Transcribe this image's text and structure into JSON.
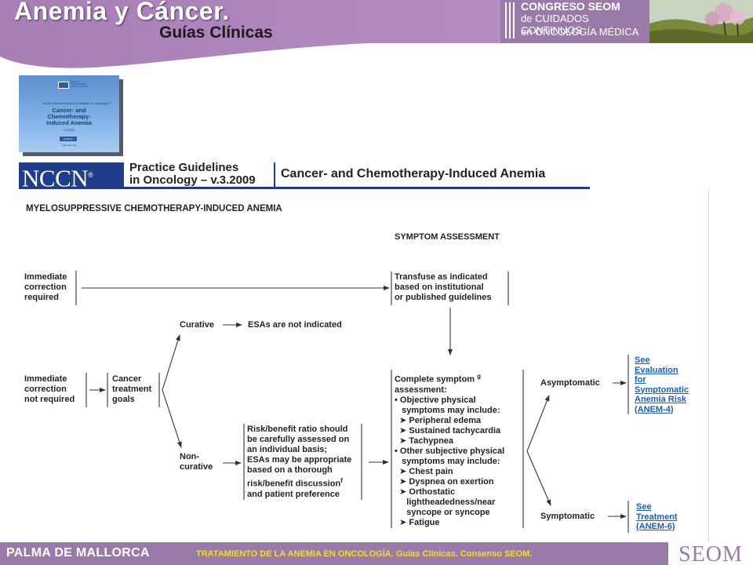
{
  "header": {
    "title": "Anemia y Cáncer.",
    "subtitle": "Guías Clínicas",
    "congress_line1": "CONGRESO SEOM",
    "congress_line2": "de CUIDADOS CONTINUOS",
    "congress_line3": "en ONCOLOGÍA MÉDICA"
  },
  "cover": {
    "small_text": "National Comprehensive Cancer Network",
    "series_text": "NCCN Clinical Practice Guidelines in Oncology™",
    "title_line1": "Cancer- and",
    "title_line2": "Chemotherapy-",
    "title_line3": "Induced Anemia",
    "version": "V.3.2009",
    "button_label": "Continue",
    "url": "www.nccn.org"
  },
  "nccn": {
    "logo": "NCCN",
    "reg": "®",
    "practice_line1": "Practice Guidelines",
    "practice_line2": "in Oncology – v.3.2009",
    "doc_title": "Cancer- and Chemotherapy-Induced Anemia"
  },
  "flow": {
    "section_title": "MYELOSUPPRESSIVE CHEMOTHERAPY-INDUCED ANEMIA",
    "symptom_title": "SYMPTOM ASSESSMENT",
    "immediate_required": [
      "Immediate",
      "correction",
      "required"
    ],
    "transfuse": [
      "Transfuse as indicated",
      "based on institutional",
      "or published guidelines"
    ],
    "curative": "Curative",
    "esas_not": "ESAs are not indicated",
    "immediate_not": [
      "Immediate",
      "correction",
      "not required"
    ],
    "cancer_goals": [
      "Cancer",
      "treatment",
      "goals"
    ],
    "noncurative": [
      "Non-",
      "curative"
    ],
    "risk_benefit": [
      "Risk/benefit ratio should",
      "be carefully assessed on",
      "an individual basis;",
      "ESAs may be appropriate",
      "based on a thorough",
      "risk/benefit discussion",
      "and patient preference"
    ],
    "risk_sup": "f",
    "complete_line1": "Complete symptom",
    "complete_sup": "g",
    "complete_lines": [
      "assessment:",
      "• Objective physical",
      "   symptoms may include:",
      "  ➤ Peripheral edema",
      "  ➤ Sustained tachycardia",
      "  ➤ Tachypnea",
      "• Other subjective physical",
      "   symptoms may include:",
      "  ➤ Chest pain",
      "  ➤ Dyspnea on exertion",
      "  ➤ Orthostatic",
      "     lightheadedness/near",
      "     syncope or syncope",
      "  ➤ Fatigue"
    ],
    "asymptomatic": "Asymptomatic",
    "symptomatic": "Symptomatic",
    "see_eval": [
      "See",
      "Evaluation",
      "for",
      "Symptomatic",
      "Anemia Risk",
      "(ANEM-4)"
    ],
    "see_treatment": [
      "See",
      "Treatment",
      "(ANEM-6)"
    ]
  },
  "footer": {
    "left": "PALMA DE MALLORCA",
    "center": "TRATAMIENTO DE LA ANEMIA EN ONCOLOGÍA. Guías Clínicas. Consenso SEOM.",
    "logo": "SEOM"
  }
}
